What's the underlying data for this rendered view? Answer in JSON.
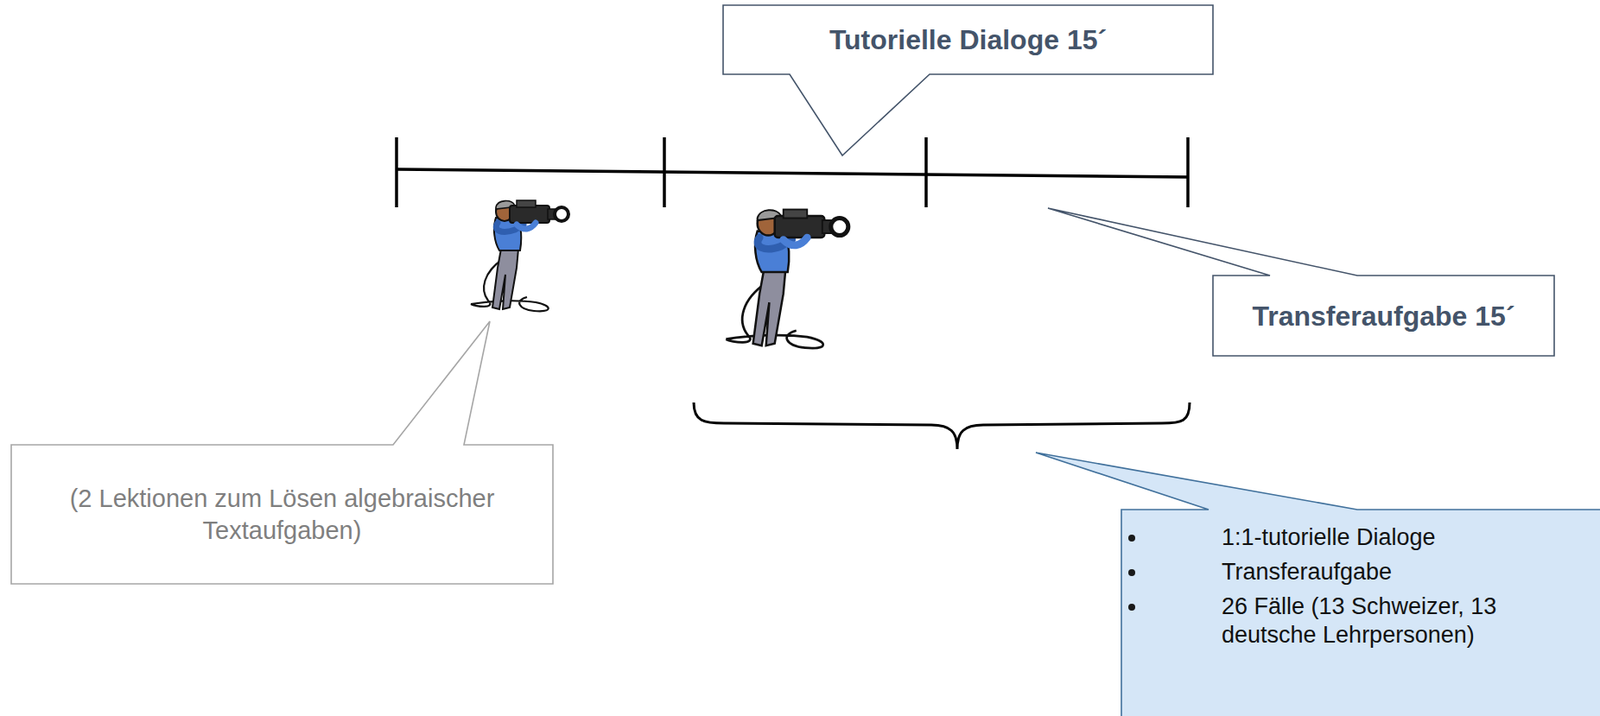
{
  "diagram": {
    "nodes": [
      {
        "text": [
          "Tutorielle Dialoge 15´"
        ]
      },
      {
        "text": [
          "Transferaufgabe 15´"
        ]
      },
      {
        "text": [
          "(2 Lektionen zum Lösen algebraischer Textaufgaben)"
        ]
      },
      {
        "text": [
          "1:1-tutorielle Dialoge",
          "Transferaufgabe",
          "26 Fälle (13 Schweizer, 13 deutsche Lehrpersonen)"
        ]
      }
    ]
  }
}
